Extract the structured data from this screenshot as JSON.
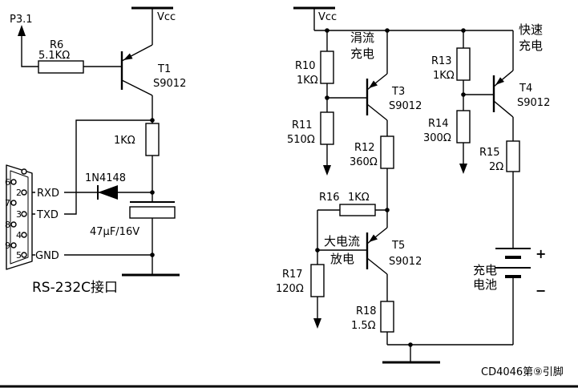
{
  "colors": {
    "ink": "#000000",
    "background": "#ffffff"
  },
  "left": {
    "p31_label": "P3.1",
    "vcc_label": "Vcc",
    "r6_name": "R6",
    "r6_value": "5.1KΩ",
    "t1_name": "T1",
    "t1_model": "S9012",
    "r1k_value": "1KΩ",
    "diode_label": "1N4148",
    "cap_label": "47μF/16V",
    "sig_rxd": "RXD",
    "sig_txd": "TXD",
    "sig_gnd": "GND",
    "pin2": "2",
    "pin3": "3",
    "pin4": "4",
    "pin5": "5",
    "pin6": "6",
    "pin7": "7",
    "pin8": "8",
    "pin9": "9",
    "port_title": "RS-232C接口"
  },
  "right": {
    "vcc_label": "Vcc",
    "trickle_line1": "涓流",
    "trickle_line2": "充电",
    "fast_line1": "快速",
    "fast_line2": "充电",
    "discharge_line1": "大电流",
    "discharge_line2": "放电",
    "battery_line1": "充电",
    "battery_line2": "电池",
    "plus": "+",
    "minus": "−",
    "r10_name": "R10",
    "r10_value": "1KΩ",
    "r11_name": "R11",
    "r11_value": "510Ω",
    "r12_name": "R12",
    "r12_value": "360Ω",
    "r13_name": "R13",
    "r13_value": "1KΩ",
    "r14_name": "R14",
    "r14_value": "300Ω",
    "r15_name": "R15",
    "r15_value": "2Ω",
    "r16_name": "R16",
    "r16_value": "1KΩ",
    "r17_name": "R17",
    "r17_value": "120Ω",
    "r18_name": "R18",
    "r18_value": "1.5Ω",
    "t3_name": "T3",
    "t3_model": "S9012",
    "t4_name": "T4",
    "t4_model": "S9012",
    "t5_name": "T5",
    "t5_model": "S9012",
    "note": "CD4046第⑨引脚"
  }
}
